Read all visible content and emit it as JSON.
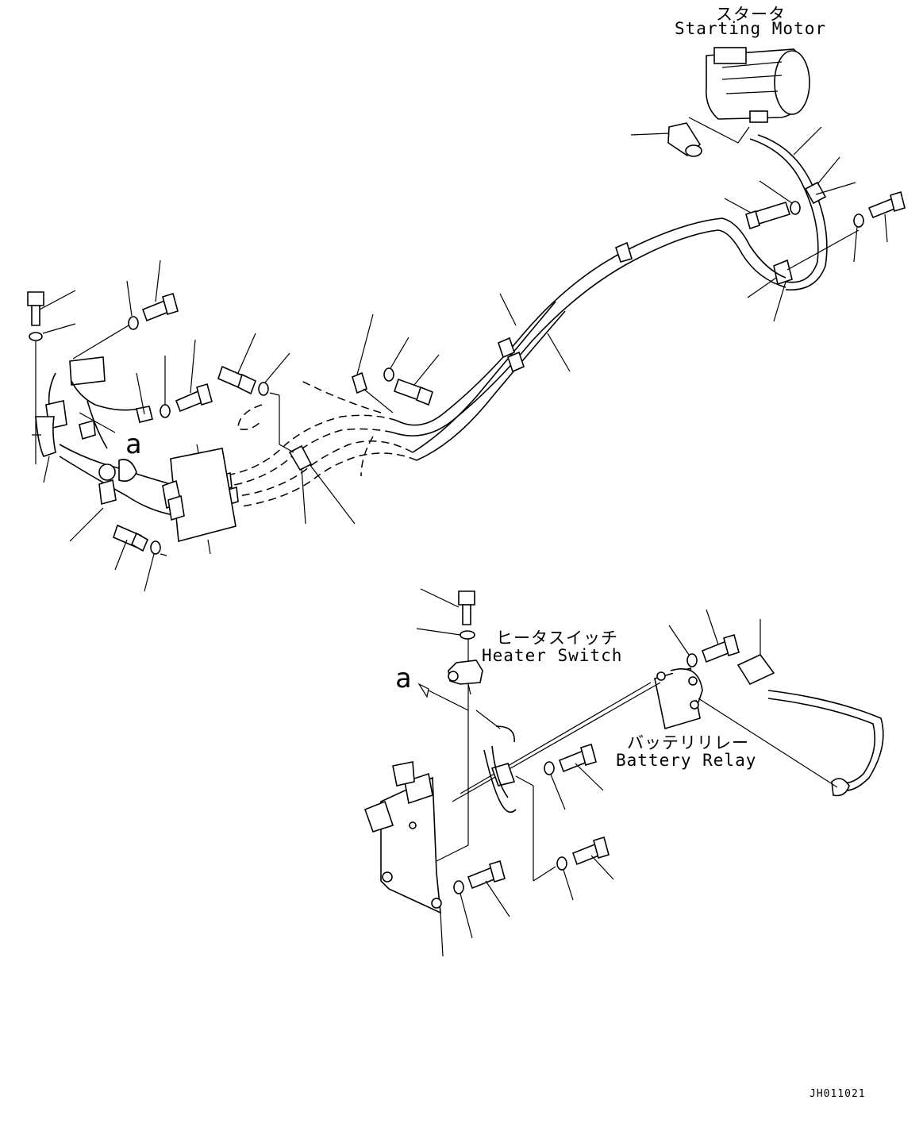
{
  "labels": {
    "starting_motor_jp": "スタータ",
    "starting_motor_en": "Starting Motor",
    "heater_switch_jp": "ヒータスイッチ",
    "heater_switch_en": "Heater Switch",
    "battery_relay_jp": "バッテリリレー",
    "battery_relay_en": "Battery Relay",
    "view_ref_upper": "a",
    "view_ref_lower": "a",
    "drawing_code": "JH011021"
  }
}
